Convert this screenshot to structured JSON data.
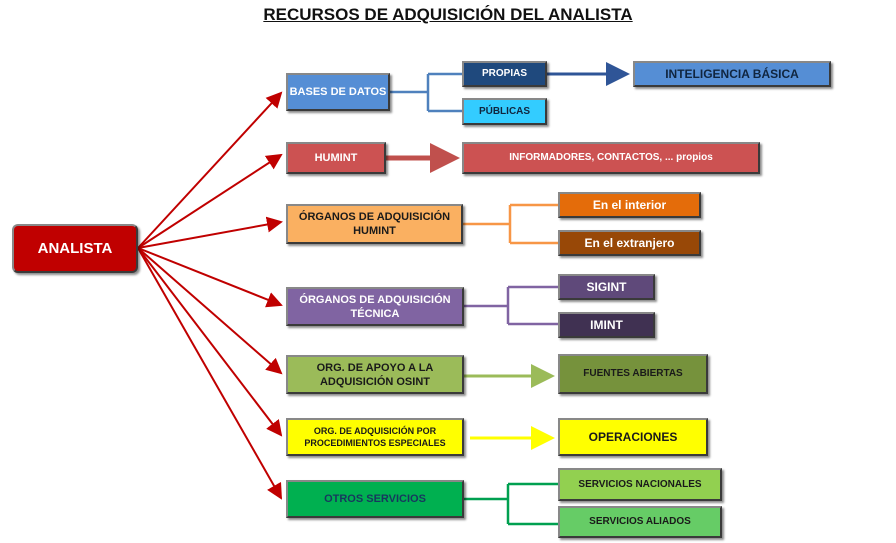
{
  "title": "RECURSOS DE ADQUISICIÓN DEL ANALISTA",
  "nodes": {
    "analista": {
      "label": "ANALISTA",
      "color": "#c00000",
      "text": "#ffffff"
    },
    "bases": {
      "label": "BASES DE DATOS",
      "color": "#558ed5",
      "text": "#ffffff"
    },
    "propias": {
      "label": "PROPIAS",
      "color": "#1f497d",
      "text": "#ffffff"
    },
    "publicas": {
      "label": "PÚBLICAS",
      "color": "#33ccff",
      "text": "#10253f"
    },
    "inteligencia": {
      "label": "INTELIGENCIA BÁSICA",
      "color": "#558ed5",
      "text": "#10253f"
    },
    "humint": {
      "label": "HUMINT",
      "color": "#cc5252",
      "text": "#ffffff"
    },
    "informadores": {
      "label": "INFORMADORES, CONTACTOS, ... propios",
      "color": "#cc5252",
      "text": "#ffffff"
    },
    "org_humint": {
      "label": "ÓRGANOS DE ADQUISICIÓN HUMINT",
      "color": "#fab061",
      "text": "#1a1a1a"
    },
    "interior": {
      "label": "En el interior",
      "color": "#e46c0a",
      "text": "#ffffff"
    },
    "extranjero": {
      "label": "En el extranjero",
      "color": "#984807",
      "text": "#ffffff"
    },
    "org_tecnica": {
      "label": "ÓRGANOS DE ADQUISICIÓN TÉCNICA",
      "color": "#8064a2",
      "text": "#ffffff"
    },
    "sigint": {
      "label": "SIGINT",
      "color": "#5f497a",
      "text": "#ffffff"
    },
    "imint": {
      "label": "IMINT",
      "color": "#403152",
      "text": "#ffffff"
    },
    "osint": {
      "label": "ORG. DE APOYO A LA ADQUISICIÓN OSINT",
      "color": "#9bbb59",
      "text": "#1a1a1a"
    },
    "fuentes": {
      "label": "FUENTES ABIERTAS",
      "color": "#76923c",
      "text": "#1a1a1a"
    },
    "especiales": {
      "label": "ORG. DE ADQUISICIÓN POR PROCEDIMIENTOS ESPECIALES",
      "color": "#ffff00",
      "text": "#1a1a1a"
    },
    "operaciones": {
      "label": "OPERACIONES",
      "color": "#ffff00",
      "text": "#1a1a1a"
    },
    "otros": {
      "label": "OTROS SERVICIOS",
      "color": "#00b050",
      "text": "#17375e"
    },
    "nacionales": {
      "label": "SERVICIOS NACIONALES",
      "color": "#92d050",
      "text": "#1a1a1a"
    },
    "aliados": {
      "label": "SERVICIOS ALIADOS",
      "color": "#66cc66",
      "text": "#1a1a1a"
    }
  }
}
